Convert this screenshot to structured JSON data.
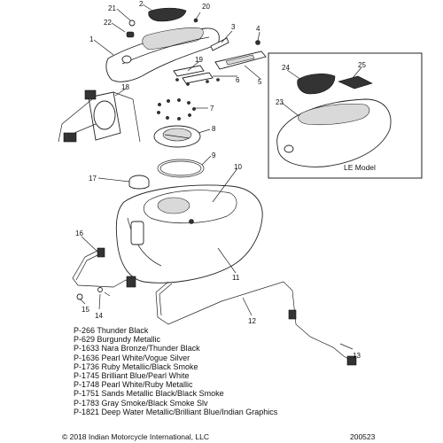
{
  "callouts": {
    "c1": "1",
    "c2": "2",
    "c3": "3",
    "c4": "4",
    "c5": "5",
    "c6": "6",
    "c7": "7",
    "c8": "8",
    "c9": "9",
    "c10": "10",
    "c11": "11",
    "c12": "12",
    "c13": "13",
    "c14": "14",
    "c15": "15",
    "c16": "16",
    "c17": "17",
    "c18": "18",
    "c19": "19",
    "c20": "20",
    "c21": "21",
    "c22": "22",
    "c23": "23",
    "c24": "24",
    "c25": "25"
  },
  "inset": {
    "label": "LE Model"
  },
  "paint_codes": [
    "P-266 Thunder Black",
    "P-629  Burgundy Metallic",
    "P-1633 Nara Bronze/Thunder Black",
    "P-1636 Pearl White/Vogue Silver",
    "P-1736  Ruby Metallic/Black Smoke",
    "P-1745 Brilliant Blue/Pearl White",
    "P-1748 Pearl White/Ruby Metallic",
    "P-1751 Sands Metallic Black/Black Smoke",
    "P-1783 Gray Smoke/Black Smoke Slv",
    "P-1821 Deep Water Metallic/Brilliant Blue/Indian Graphics"
  ],
  "footer": {
    "copyright": "© 2018 Indian Motorcycle International, LLC",
    "diagram_id": "200523"
  }
}
